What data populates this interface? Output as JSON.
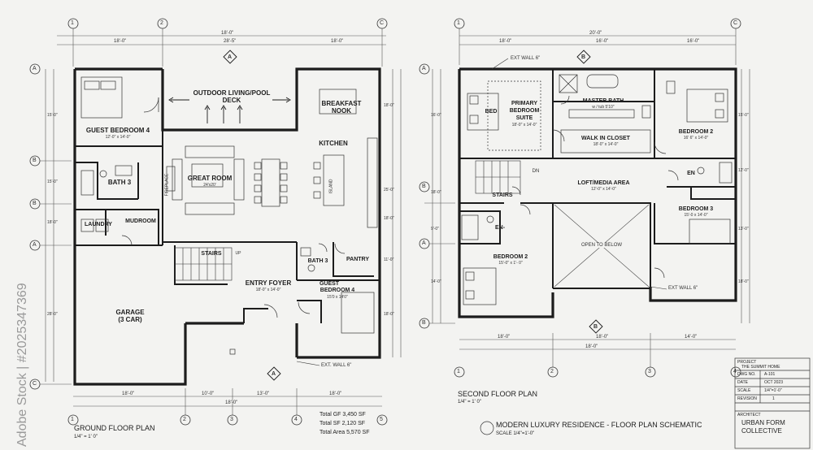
{
  "sheet": {
    "ground_title": "GROUND FLOOR PLAN",
    "ground_scale": "1/4\" = 1' 0\"",
    "second_title": "SECOND FLOOR PLAN",
    "second_scale": "1/4\" = 1' 0\"",
    "main_title": "MODERN LUXURY RESIDENCE - FLOOR PLAN SCHEMATIC",
    "main_scale": "SCALE  1/4\"=1'-0\"",
    "totals": {
      "gf": "Total GF  3,450 SF",
      "sf": "Total SF  2,120 SF",
      "area": "Total Area  5,570 SF"
    }
  },
  "title_block": {
    "project_label": "PROJECT",
    "project_value": "THE SUMMIT HOME",
    "dwg_label": "DWG NO.",
    "dwg_value": "A-101",
    "date_label": "DATE",
    "date_value": "OCT 2023",
    "scale_label": "SCALE",
    "scale_value": "1/4\"=1'-0\"",
    "revision_label": "REVISION",
    "revision_value": "1",
    "architect_label": "ARCHITECT",
    "architect_line1": "URBAN FORM",
    "architect_line2": "COLLECTIVE"
  },
  "grid": {
    "ground_cols_top": [
      "1",
      "2",
      "C"
    ],
    "ground_cols_bottom": [
      "1",
      "2",
      "3",
      "4",
      "5"
    ],
    "ground_rows": [
      "A",
      "B",
      "B",
      "A",
      "C"
    ],
    "second_cols_top": [
      "1",
      "C"
    ],
    "second_cols_bottom": [
      "1",
      "2",
      "3",
      "4"
    ],
    "second_rows": [
      "A",
      "B",
      "A",
      "B"
    ],
    "section_markers": [
      "A",
      "A",
      "B",
      "B"
    ]
  },
  "ground_rooms": {
    "guest_bed_4": "GUEST BEDROOM 4",
    "guest_bed_4_dim": "12'-0\" x 14'-0\"",
    "outdoor_1": "OUTDOOR LIVING/POOL",
    "outdoor_2": "DECK",
    "breakfast_1": "BREAKFAST",
    "breakfast_2": "NOOK",
    "kitchen": "KITCHEN",
    "island": "ISLAND",
    "fireplace": "FIREPLACE",
    "great_room": "GREAT ROOM",
    "great_room_dim": "24'x20'",
    "bath3": "BATH 3",
    "laundry": "LAUNDRY",
    "mudroom": "MUDROOM",
    "stairs": "STAIRS",
    "up": "UP",
    "bath3b": "BATH 3",
    "pantry": "PANTRY",
    "entry_foyer": "ENTRY FOYER",
    "entry_foyer_dim": "18'-0\" x 14'-0\"",
    "guest_bed_4b_1": "GUEST",
    "guest_bed_4b_2": "BEDROOM 4",
    "guest_bed_4b_dim": "15'0 x 14'0\"",
    "garage_1": "GARAGE",
    "garage_2": "(3 CAR)",
    "ext_wall": "EXT. WALL 6\""
  },
  "second_rooms": {
    "ext_wall_top": "EXT WALL 6\"",
    "bed": "BED",
    "primary_1": "PRIMARY",
    "primary_2": "BEDROOM",
    "primary_3": "SUITE",
    "primary_dim": "18'-0\" x 14'-0\"",
    "master_bath": "MASTER BATH",
    "master_bath_dim": "w / tub 5'10\"",
    "walk_in_closet": "WALK IN CLOSET",
    "walk_in_dim": "18'-0\" x 14'-0\"",
    "bed2": "BEDROOM 2",
    "bed2_dim": "16' 6\" x 14'-0\"",
    "dn": "DN",
    "loft_1": "LOFT/MEDIA AREA",
    "loft_dim": "12'-0\" x 14'-0\"",
    "en1": "EN",
    "stairs": "STAIRS",
    "en2": "EN-",
    "bed3": "BEDROOM 3",
    "bed3_dim": "15'-0 x 14'-0\"",
    "open_below": "OPEN TO BELOW",
    "bed2b": "BEDROOM 2",
    "bed2b_dim": "15'-0\" x 1'- 0\"",
    "ext_wall_right": "EXT WALL 6\""
  },
  "dims": {
    "g_top_total": "18'-0\"",
    "g_top_a": "18'-0\"",
    "g_top_b": "28'-5\"",
    "g_top_c": "18'-0\"",
    "g_bot_a": "18'-0\"",
    "g_bot_b": "10'-0\"",
    "g_bot_c": "13'-0\"",
    "g_bot_d": "18'-0\"",
    "g_bot_total": "18'-0\"",
    "g_left_1": "15'-0\"",
    "g_left_2": "15'-0\"",
    "g_left_3": "18'-0\"",
    "g_left_4": "28'-0\"",
    "g_right_1": "18'-0\"",
    "g_right_2": "25'-0\"",
    "g_right_3": "18'-0\"",
    "g_right_4": "11'-0\"",
    "g_right_5": "18'-0\"",
    "s_top_total": "20'-0\"",
    "s_top_a": "18'-0\"",
    "s_top_b": "16'-0\"",
    "s_top_c": "16'-0\"",
    "s_bot_a": "18'-0\"",
    "s_bot_b": "18'-0\"",
    "s_bot_c": "18'-0\"",
    "s_bot_d": "14'-0\"",
    "s_left_1": "16'-0\"",
    "s_left_2": "18'-0\"",
    "s_left_3": "9'-0\"",
    "s_left_4": "14'-0\"",
    "s_right_1": "15'-0\"",
    "s_right_2": "12'-0\"",
    "s_right_3": "13'-0\"",
    "s_right_4": "18'-0\""
  },
  "watermark": {
    "left": "Adobe Stock | #2025347369"
  },
  "colors": {
    "paper": "#f3f3f1",
    "wall": "#1c1c1c",
    "line": "#444444"
  }
}
